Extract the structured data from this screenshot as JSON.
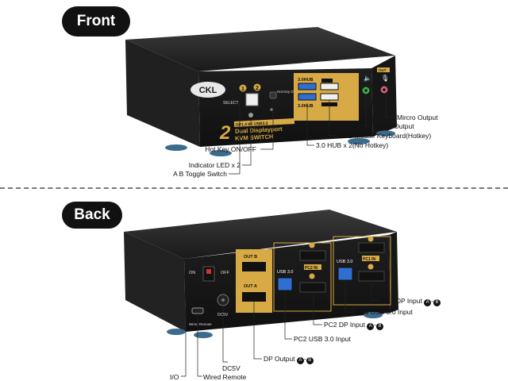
{
  "sections": {
    "front_label": "Front",
    "back_label": "Back"
  },
  "front": {
    "brand_logo": "CKL",
    "select_label": "SELECT",
    "port_num_1": "1",
    "port_num_2": "2",
    "hotkey_label": "Hot Key ON/OFF",
    "hub_top": "3.0HUB",
    "hub_bottom": "3.0HUB",
    "out_label": "OUT",
    "product_badge": "DP1.4 8K USB3.2",
    "product_line1": "Dual Displayport",
    "product_line2": "KVM SWITCH",
    "product_port_count": "2",
    "callouts": {
      "mic": "Mircro Output",
      "audio": "Audio Output",
      "usb_mouse": "USB Mouse Keyboard(Hotkey)",
      "hotkey": "Hot Key ON/OFF",
      "hub": "3.0 HUB x 2(No Hotkey)",
      "led": "Indicator LED x 2",
      "toggle": "A B Toggle Switch"
    }
  },
  "back": {
    "on_label": "ON",
    "off_label": "OFF",
    "wired_remote_label": "Wired Remote",
    "dc_label": "DC5V",
    "out_b": "OUT B",
    "out_a": "OUT A",
    "usb30_1": "USB 3.0",
    "usb30_2": "USB 3.0",
    "pc2_in": "PC2 IN",
    "pc1_in": "PC1 IN",
    "callouts": {
      "pc1_dp": "PC1 DP Input",
      "pc1_usb": "PC1 USB 3.0 Input",
      "pc2_dp": "PC2 DP Input",
      "pc2_usb": "PC2 USB 3.0 Input",
      "dp_out": "DP Output",
      "dc5v": "DC5V",
      "io": "I/O",
      "wired_remote": "Wired Remote"
    },
    "ab_badge_a": "A",
    "ab_badge_b": "B"
  },
  "colors": {
    "body": "#1c1c1c",
    "gold": "#d8aa45",
    "blue_port": "#2e6fd1",
    "green_jack": "#3cb04a",
    "pink_jack": "#d0607a"
  }
}
